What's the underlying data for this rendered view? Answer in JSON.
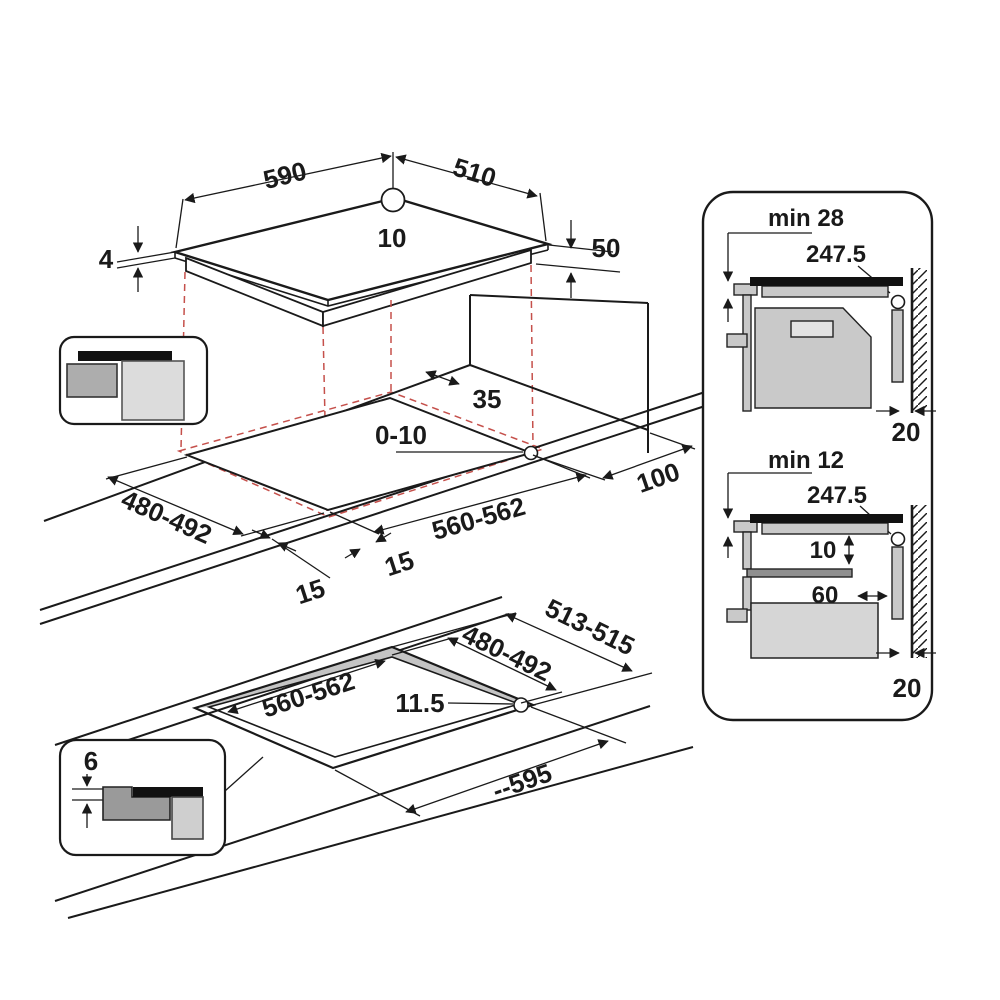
{
  "colors": {
    "line": "#1a1a1a",
    "projection_red": "#c5504b"
  },
  "hob_top_view": {
    "width": "590",
    "depth": "510",
    "hole_offset": "10",
    "glass_thickness": "4",
    "body_height": "50"
  },
  "worktop_cutout_view": {
    "rear_clearance": "35",
    "glass_overlap": "0-10",
    "side_clearance": "100",
    "cutout_depth": "480-492",
    "cutout_width": "560-562",
    "margin_left": "15",
    "margin_front": "15"
  },
  "flush_mount_view": {
    "outer_depth": "513-515",
    "inner_depth": "480-492",
    "inner_width": "560-562",
    "ledge": "11.5",
    "overall_width": "--595",
    "recess_depth": "6"
  },
  "section_oven": {
    "min_clearance": "min 28",
    "cable": "247.5",
    "wall_gap": "20"
  },
  "section_drawer": {
    "min_clearance": "min 12",
    "cable": "247.5",
    "bottom_gap": "10",
    "shelf_inset": "60",
    "wall_gap": "20"
  }
}
